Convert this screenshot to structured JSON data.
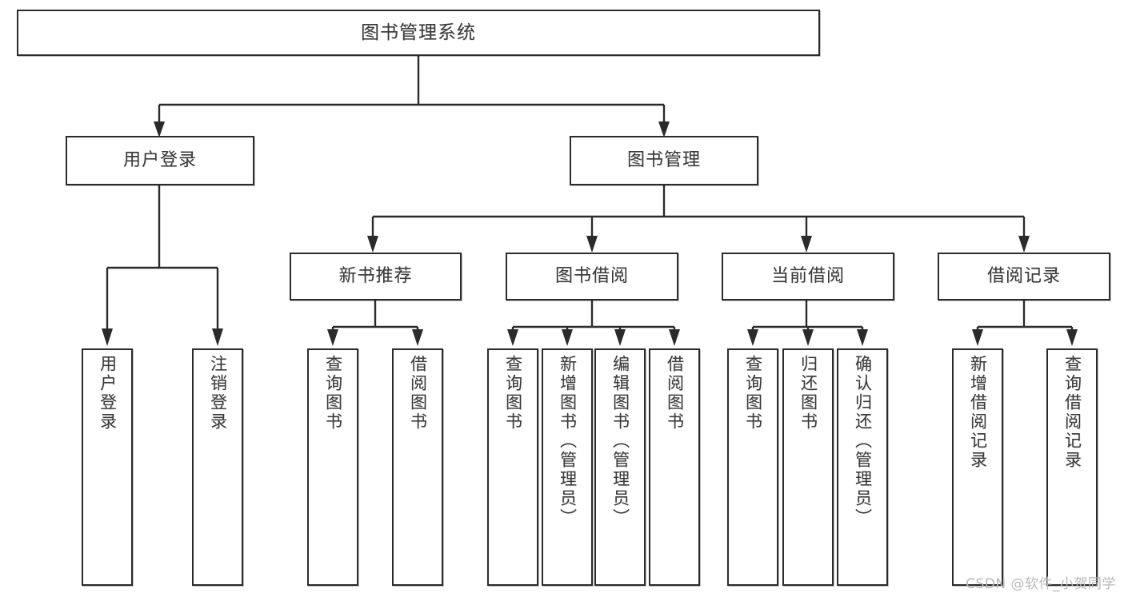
{
  "diagram": {
    "title": "图书管理系统",
    "type": "tree-hierarchy-chart",
    "orientation": "top-down",
    "box_border_color": "#2b2b2b",
    "box_fill_color": "#ffffff",
    "text_color": "#3b3b3b",
    "connector_color": "#2b2b2b"
  },
  "nodes": {
    "root": {
      "label": "图书管理系统"
    },
    "level1": [
      {
        "label": "用户登录"
      },
      {
        "label": "图书管理"
      }
    ],
    "level2": [
      {
        "label": "新书推荐"
      },
      {
        "label": "图书借阅"
      },
      {
        "label": "当前借阅"
      },
      {
        "label": "借阅记录"
      }
    ],
    "leaves": {
      "user_login": [
        {
          "label": "用户登录"
        },
        {
          "label": "注销登录"
        }
      ],
      "new_book_recommend": [
        {
          "label": "查询图书"
        },
        {
          "label": "借阅图书"
        }
      ],
      "book_borrow": [
        {
          "label": "查询图书"
        },
        {
          "label": "新增图书（管理员）"
        },
        {
          "label": "编辑图书（管理员）"
        },
        {
          "label": "借阅图书"
        }
      ],
      "current_borrow": [
        {
          "label": "查询图书"
        },
        {
          "label": "归还图书"
        },
        {
          "label": "确认归还（管理员）"
        }
      ],
      "borrow_record": [
        {
          "label": "新增借阅记录"
        },
        {
          "label": "查询借阅记录"
        }
      ]
    }
  },
  "watermark": {
    "text": "CSDN @软件_小贺同学",
    "color": "#b9b9b9"
  },
  "chart_data": {
    "type": "table",
    "title": "图书管理系统",
    "hierarchy": [
      {
        "label": "图书管理系统",
        "level": 0,
        "children": [
          {
            "label": "用户登录",
            "level": 1,
            "children": [
              {
                "label": "用户登录",
                "level": 2,
                "children": []
              },
              {
                "label": "注销登录",
                "level": 2,
                "children": []
              }
            ]
          },
          {
            "label": "图书管理",
            "level": 1,
            "children": [
              {
                "label": "新书推荐",
                "level": 2,
                "children": [
                  {
                    "label": "查询图书",
                    "level": 3,
                    "children": []
                  },
                  {
                    "label": "借阅图书",
                    "level": 3,
                    "children": []
                  }
                ]
              },
              {
                "label": "图书借阅",
                "level": 2,
                "children": [
                  {
                    "label": "查询图书",
                    "level": 3,
                    "children": []
                  },
                  {
                    "label": "新增图书（管理员）",
                    "level": 3,
                    "children": []
                  },
                  {
                    "label": "编辑图书（管理员）",
                    "level": 3,
                    "children": []
                  },
                  {
                    "label": "借阅图书",
                    "level": 3,
                    "children": []
                  }
                ]
              },
              {
                "label": "当前借阅",
                "level": 2,
                "children": [
                  {
                    "label": "查询图书",
                    "level": 3,
                    "children": []
                  },
                  {
                    "label": "归还图书",
                    "level": 3,
                    "children": []
                  },
                  {
                    "label": "确认归还（管理员）",
                    "level": 3,
                    "children": []
                  }
                ]
              },
              {
                "label": "借阅记录",
                "level": 2,
                "children": [
                  {
                    "label": "新增借阅记录",
                    "level": 3,
                    "children": []
                  },
                  {
                    "label": "查询借阅记录",
                    "level": 3,
                    "children": []
                  }
                ]
              }
            ]
          }
        ]
      }
    ]
  }
}
